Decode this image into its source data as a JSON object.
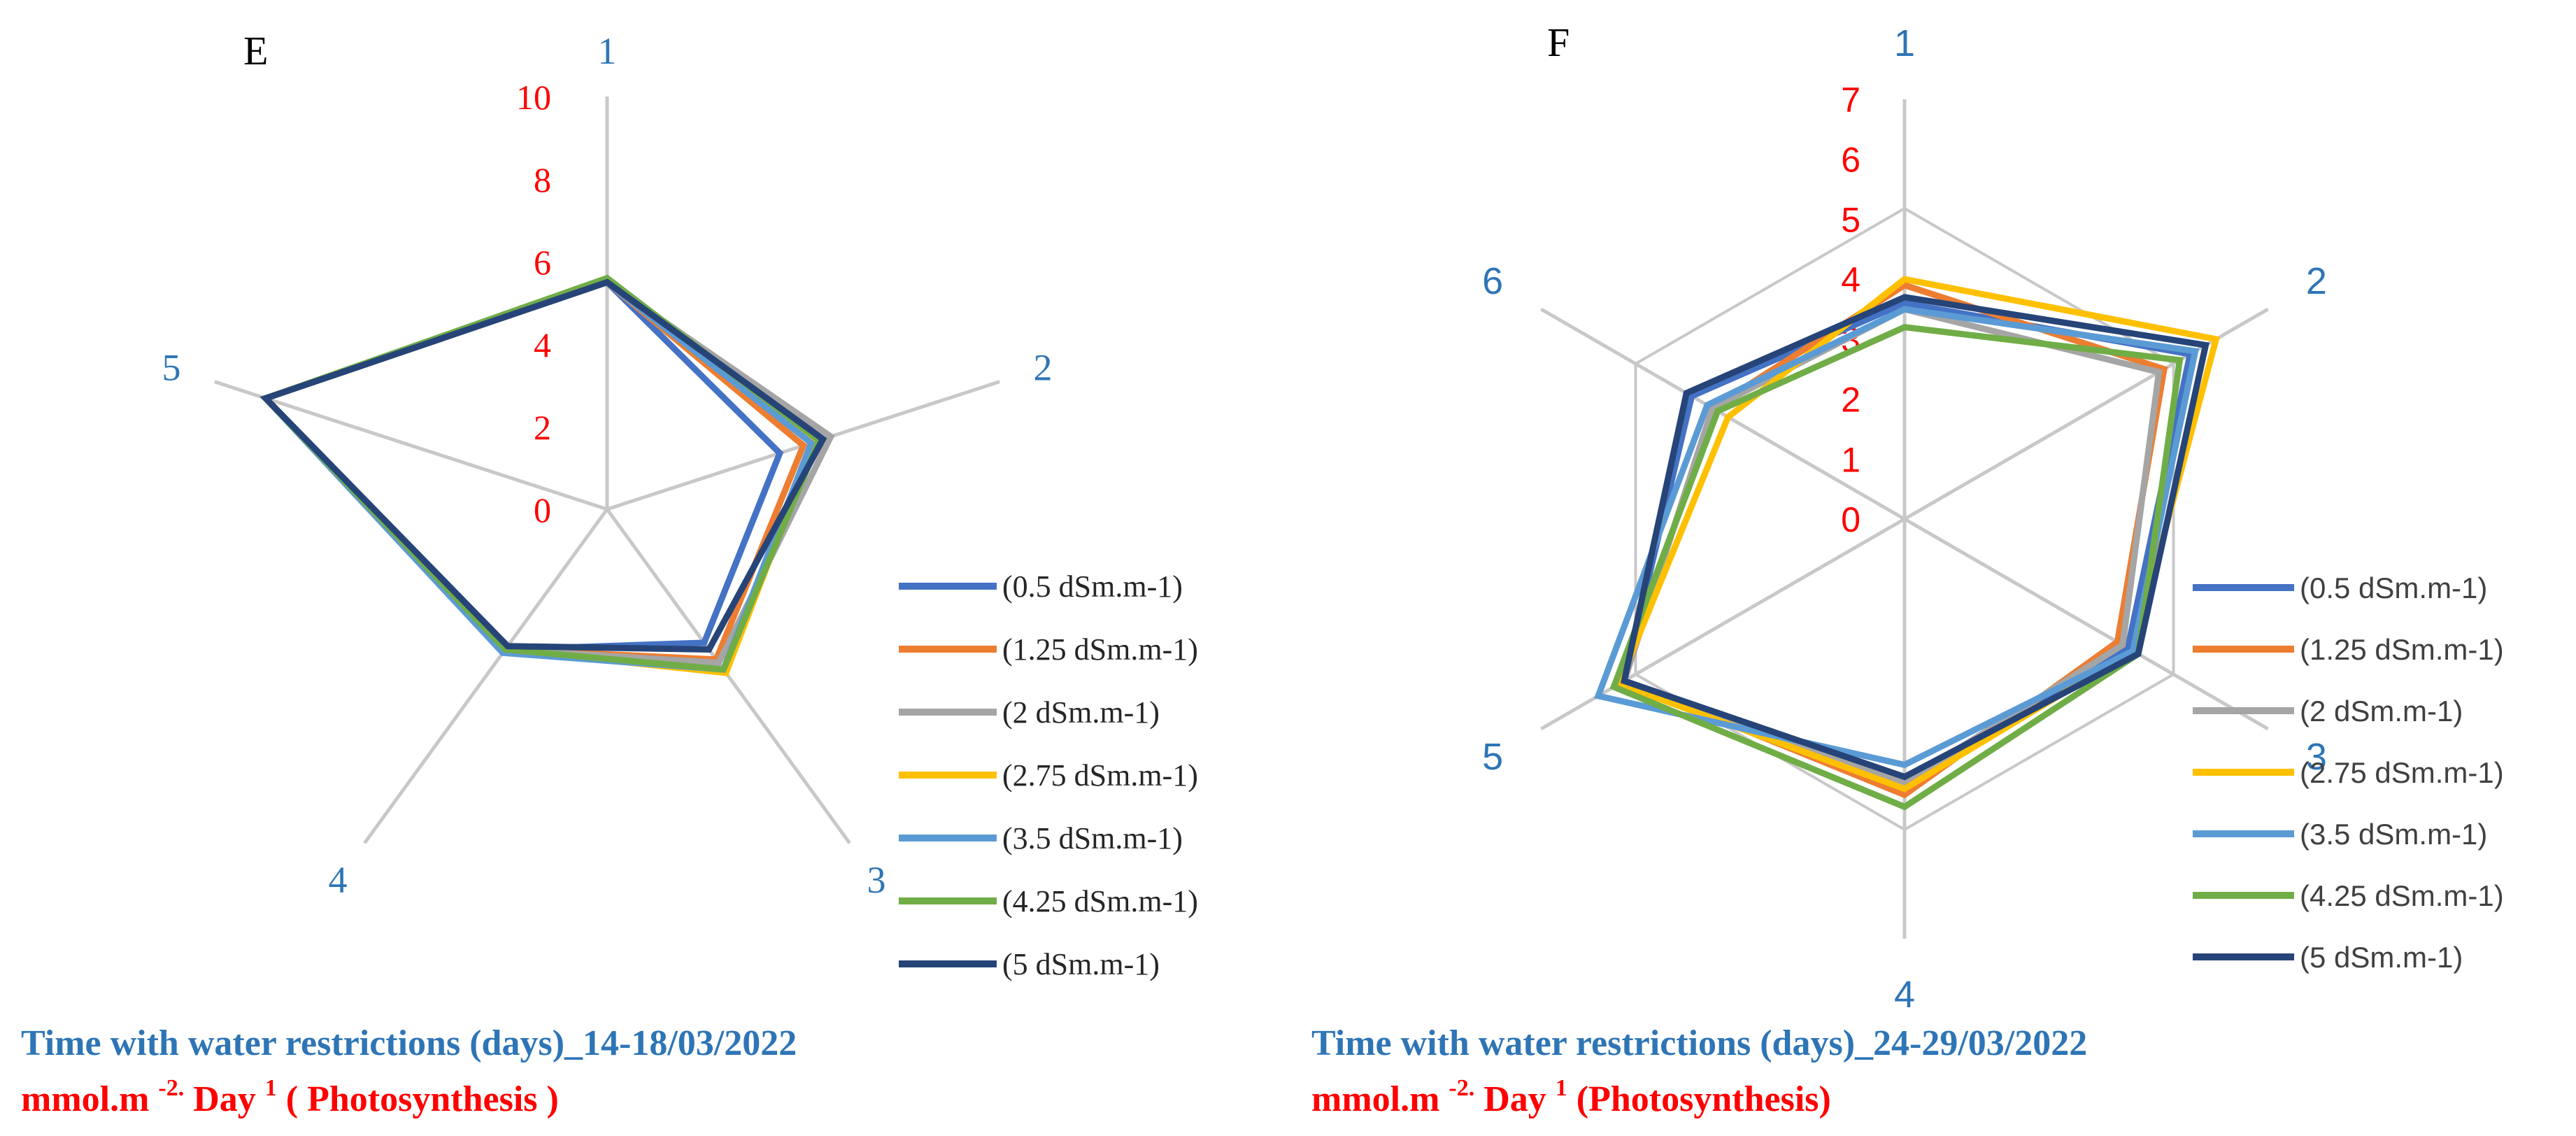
{
  "chart_data": [
    {
      "type": "radar",
      "panel": "E",
      "categories": [
        "1",
        "2",
        "3",
        "4",
        "5"
      ],
      "radial_ticks": [
        "0",
        "2",
        "4",
        "6",
        "8",
        "10"
      ],
      "rlim": [
        0,
        10
      ],
      "grid": true,
      "legend_position": "right",
      "series": [
        {
          "name": "(0.5 dSm.m-1)",
          "color": "#4472c4",
          "values": [
            5.5,
            4.4,
            4.0,
            4.2,
            8.7
          ]
        },
        {
          "name": "(1.25 dSm.m-1)",
          "color": "#ed7d31",
          "values": [
            5.5,
            5.0,
            4.5,
            4.2,
            8.7
          ]
        },
        {
          "name": "(2 dSm.m-1)",
          "color": "#a5a5a5",
          "values": [
            5.5,
            5.7,
            4.6,
            4.2,
            8.7
          ]
        },
        {
          "name": "(2.75 dSm.m-1)",
          "color": "#ffc000",
          "values": [
            5.5,
            5.3,
            4.9,
            4.2,
            8.7
          ]
        },
        {
          "name": "(3.5 dSm.m-1)",
          "color": "#5b9bd5",
          "values": [
            5.5,
            5.2,
            4.8,
            4.3,
            8.7
          ]
        },
        {
          "name": "(4.25 dSm.m-1)",
          "color": "#70ad47",
          "values": [
            5.6,
            5.4,
            4.8,
            4.2,
            8.7
          ]
        },
        {
          "name": "(5 dSm.m-1)",
          "color": "#264478",
          "values": [
            5.5,
            5.5,
            4.2,
            4.1,
            8.7
          ]
        }
      ],
      "caption_title": "Time with water restrictions (days)_14-18/03/2022",
      "caption_units": {
        "pre": "mmol.m ",
        "sup1": "-2.",
        "mid": " Day ",
        "sup2": "1",
        "post": " ( Photosynthesis )"
      }
    },
    {
      "type": "radar",
      "panel": "F",
      "categories": [
        "1",
        "2",
        "3",
        "4",
        "5",
        "6"
      ],
      "radial_ticks": [
        "0",
        "1",
        "2",
        "3",
        "4",
        "5",
        "6",
        "7"
      ],
      "rlim": [
        0,
        7
      ],
      "grid": true,
      "legend_position": "right",
      "series": [
        {
          "name": "(0.5 dSm.m-1)",
          "color": "#4472c4",
          "values": [
            3.6,
            5.5,
            4.3,
            4.4,
            5.4,
            4.1
          ]
        },
        {
          "name": "(1.25 dSm.m-1)",
          "color": "#ed7d31",
          "values": [
            3.9,
            5.0,
            4.1,
            4.6,
            5.4,
            3.7
          ]
        },
        {
          "name": "(2 dSm.m-1)",
          "color": "#a5a5a5",
          "values": [
            3.5,
            4.9,
            4.2,
            4.4,
            5.4,
            3.7
          ]
        },
        {
          "name": "(2.75 dSm.m-1)",
          "color": "#ffc000",
          "values": [
            4.0,
            6.0,
            4.4,
            4.5,
            5.5,
            3.4
          ]
        },
        {
          "name": "(3.5 dSm.m-1)",
          "color": "#5b9bd5",
          "values": [
            3.5,
            5.6,
            4.4,
            4.1,
            5.9,
            3.8
          ]
        },
        {
          "name": "(4.25 dSm.m-1)",
          "color": "#70ad47",
          "values": [
            3.2,
            5.3,
            4.5,
            4.8,
            5.6,
            3.6
          ]
        },
        {
          "name": "(5 dSm.m-1)",
          "color": "#264478",
          "values": [
            3.7,
            5.8,
            4.5,
            4.3,
            5.4,
            4.2
          ]
        }
      ],
      "caption_title": "Time with water restrictions (days)_24-29/03/2022",
      "caption_units": {
        "pre": "mmol.m ",
        "sup1": "-2.",
        "mid": " Day ",
        "sup2": "1",
        "post": " (Photosynthesis)"
      }
    }
  ]
}
